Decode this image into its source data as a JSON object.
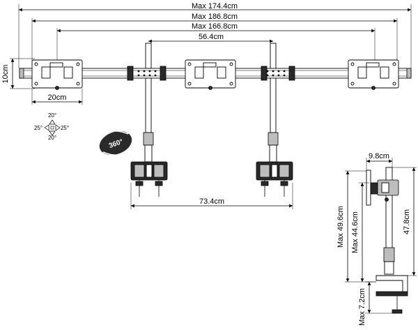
{
  "dimensions": {
    "max_174": "Max 174.4cm",
    "max_186": "Max 186.8cm",
    "max_166": "Max 166.8cm",
    "pole_spacing": "56.4cm",
    "plate_height": "10cm",
    "plate_width": "20cm",
    "clamp_spacing": "73.4cm",
    "arm_depth": "9.8cm",
    "max_496": "Max 49.6cm",
    "max_446": "Max 44.6cm",
    "pole_height": "47.8cm",
    "max_72": "Max 7.2cm"
  },
  "tilt": {
    "top": "20°",
    "bottom": "20°",
    "left": "25°",
    "right": "25°"
  },
  "rotation_label": "360°"
}
